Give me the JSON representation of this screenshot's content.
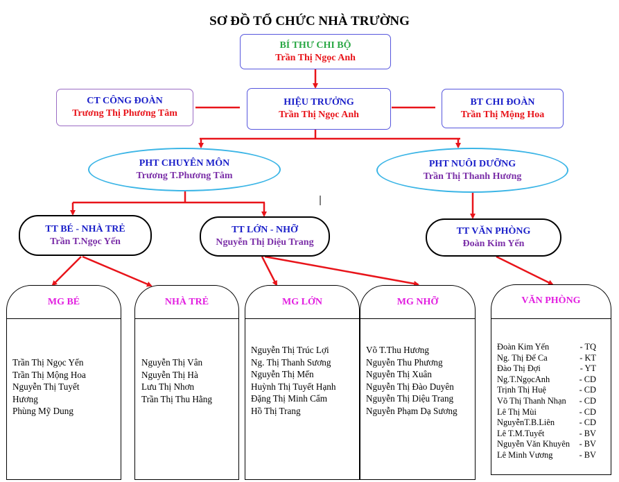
{
  "title": "SƠ ĐỒ TỔ CHỨC NHÀ TRƯỜNG",
  "party_secretary": {
    "role": "BÍ THƯ CHI BỘ",
    "name": "Trần Thị Ngọc Anh"
  },
  "principal": {
    "role": "HIỆU TRƯỞNG",
    "name": "Trần Thị Ngọc Anh"
  },
  "union_chair": {
    "role": "CT CÔNG ĐOÀN",
    "name": "Trương Thị Phương Tâm"
  },
  "youth_secretary": {
    "role": "BT CHI ĐOÀN",
    "name": "Trần Thị Mộng Hoa"
  },
  "vp_academic": {
    "role": "PHT CHUYÊN MÔN",
    "name": "Trương T.Phương Tâm"
  },
  "vp_nutrition": {
    "role": "PHT NUÔI DƯỠNG",
    "name": "Trần Thị Thanh Hương"
  },
  "team_infant": {
    "role": "TT BÉ - NHÀ TRẺ",
    "name": "Trần T.Ngọc Yến"
  },
  "team_senior": {
    "role": "TT LỚN - NHỠ",
    "name": "Nguyễn Thị Diệu Trang"
  },
  "team_office": {
    "role": "TT VĂN PHÒNG",
    "name": "Đoàn Kim Yến"
  },
  "groups": {
    "mg_be": {
      "title": "MG BÉ",
      "members": [
        "Trần Thị Ngọc Yến",
        "Trần Thị Mộng Hoa",
        "Nguyễn Thị Tuyết",
        "Hương",
        "Phùng Mỹ Dung"
      ]
    },
    "nha_tre": {
      "title": "NHÀ TRẺ",
      "members": [
        "Nguyễn Thị Vân",
        "Nguyễn Thị Hà",
        "Lưu Thị Nhơn",
        "Trần Thị Thu Hằng"
      ]
    },
    "mg_lon": {
      "title": "MG LỚN",
      "members": [
        "Nguyễn Thị Trúc Lợi",
        "Ng. Thị Thanh Sương",
        "Nguyễn Thị Mến",
        "Huỳnh Thị Tuyết Hạnh",
        "Đặng Thị Minh Cẩm",
        "Hồ Thị Trang"
      ]
    },
    "mg_nho": {
      "title": "MG NHỠ",
      "members": [
        "Võ T.Thu Hương",
        "Nguyễn Thu Phương",
        "Nguyễn Thị Xuân",
        "Nguyễn Thị Đào Duyên",
        "Nguyễn Thị Diệu Trang",
        "Nguyễn Phạm Dạ Sương"
      ]
    },
    "van_phong": {
      "title": "VĂN PHÒNG",
      "members": [
        {
          "name": "Đoàn Kim Yến",
          "code": "- TQ"
        },
        {
          "name": "Ng. Thị Để Ca",
          "code": "- KT"
        },
        {
          "name": "Đào Thị Đợi",
          "code": "- YT"
        },
        {
          "name": "Ng.T.NgọcAnh",
          "code": "- CD"
        },
        {
          "name": "Trịnh Thị Huệ",
          "code": "- CD"
        },
        {
          "name": "Võ Thị Thanh Nhạn",
          "code": "- CD"
        },
        {
          "name": "Lê Thị Mùi",
          "code": "- CD"
        },
        {
          "name": "NguyễnT.B.Liên",
          "code": "- CD"
        },
        {
          "name": "Lê T.M.Tuyết",
          "code": "- BV"
        },
        {
          "name": "Nguyễn Văn Khuyên",
          "code": "- BV"
        },
        {
          "name": "Lê Minh Vương",
          "code": "- BV"
        }
      ]
    }
  },
  "colors": {
    "arrow": "#e8141a",
    "box_border": "#5555dd",
    "ellipse_border": "#3bb5e6",
    "role_text": "#1a1fc9",
    "name_text": "#e8141a",
    "group_title": "#e21ee0"
  }
}
